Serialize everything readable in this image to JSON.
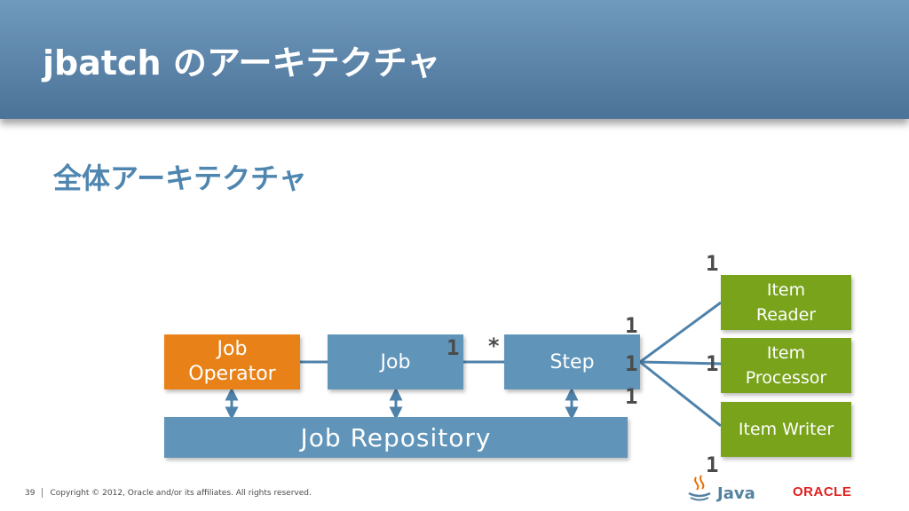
{
  "header": {
    "title": "jbatch のアーキテクチャ"
  },
  "subtitle": "全体アーキテクチャ",
  "boxes": {
    "job_operator": [
      "Job",
      "Operator"
    ],
    "job": "Job",
    "step": "Step",
    "job_repository": "Job Repository",
    "item_reader": [
      "Item",
      "Reader"
    ],
    "item_processor": [
      "Item",
      "Processor"
    ],
    "item_writer": "Item Writer"
  },
  "multiplicity": {
    "job_side": "1",
    "step_side": "*",
    "step_reader": "1",
    "step_processor": "1",
    "step_writer": "1",
    "reader": "1",
    "processor": "1",
    "writer": "1"
  },
  "colors": {
    "header": "#5b84a8",
    "subtitle": "#4e86b0",
    "operator": "#e88218",
    "component": "#6094b9",
    "item": "#78a31a",
    "connector": "#4f82aa"
  },
  "footer": {
    "page_number": "39",
    "copyright": "Copyright © 2012, Oracle and/or its affiliates. All rights reserved."
  },
  "logos": {
    "java": "Java",
    "oracle": "ORACLE"
  }
}
